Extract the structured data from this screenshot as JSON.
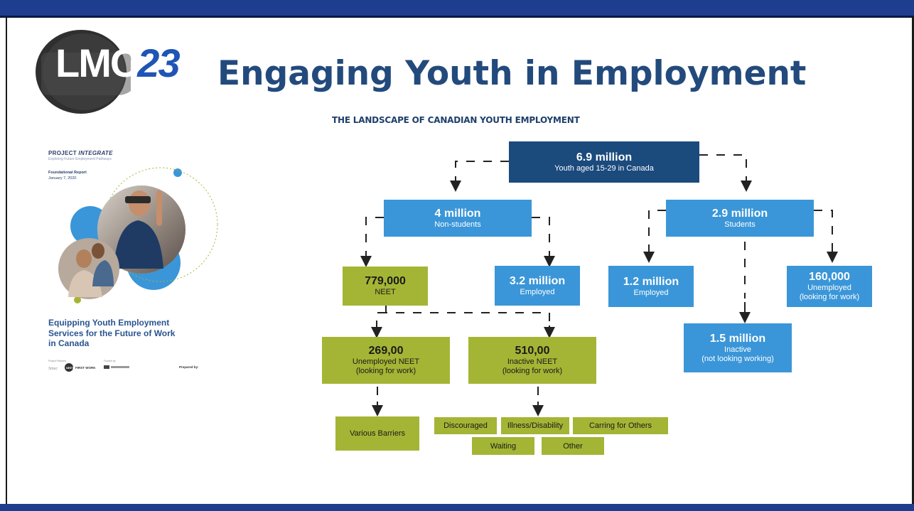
{
  "slide": {
    "logo_text": "LMC",
    "logo_number": "23",
    "title": "Engaging Youth in Employment"
  },
  "report_cover": {
    "brand_prefix": "PROJECT",
    "brand_name": "INTEGRATE",
    "tagline": "Exploring Future Employment Pathways",
    "report_type": "Foundational Report",
    "date": "January 7, 2020",
    "heading": "Equipping Youth Employment Services for the Future of Work in Canada",
    "partners_label": "Project Partners",
    "partner_names": [
      "Sinec",
      "NEET",
      "FIRST WORK"
    ],
    "prepared_by": "Prepared by:"
  },
  "diagram": {
    "title": "THE LANDSCAPE OF CANADIAN YOUTH EMPLOYMENT",
    "root": {
      "value": "6.9 million",
      "label": "Youth aged 15-29 in Canada"
    },
    "non_students": {
      "value": "4 million",
      "label": "Non-students"
    },
    "students": {
      "value": "2.9 million",
      "label": "Students"
    },
    "neet": {
      "value": "779,000",
      "label": "NEET"
    },
    "employed_non_students": {
      "value": "3.2 million",
      "label": "Employed"
    },
    "employed_students": {
      "value": "1.2 million",
      "label": "Employed"
    },
    "unemployed_students": {
      "value": "160,000",
      "label": "Unemployed",
      "sublabel": "(looking for work)"
    },
    "inactive_students": {
      "value": "1.5 million",
      "label": "Inactive",
      "sublabel": "(not looking working)"
    },
    "unemployed_neet": {
      "value": "269,00",
      "label": "Unemployed NEET",
      "sublabel": "(looking for work)"
    },
    "inactive_neet": {
      "value": "510,00",
      "label": "Inactive NEET",
      "sublabel": "(looking for work)"
    },
    "barriers": {
      "label": "Various Barriers"
    },
    "inactive_reasons": [
      "Discouraged",
      "Illness/Disability",
      "Carring for Others",
      "Waiting",
      "Other"
    ]
  },
  "colors": {
    "frame": "#1f3d8f",
    "title": "#234a7c",
    "root_box": "#1b4a7d",
    "blue_box": "#3a96d8",
    "olive_box": "#a4b535"
  }
}
